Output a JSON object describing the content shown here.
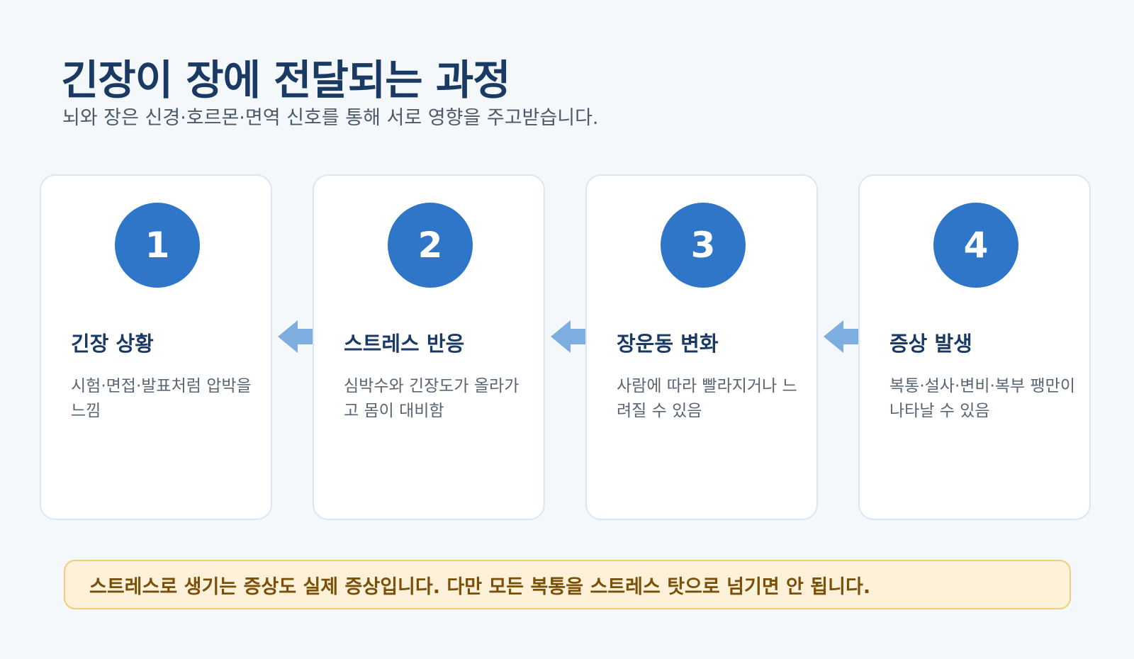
{
  "header": {
    "title": "긴장이 장에 전달되는 과정",
    "subtitle": "뇌와 장은 신경·호르몬·면역 신호를 통해 서로 영향을 주고받습니다."
  },
  "steps": [
    {
      "number": "1",
      "title": "긴장 상황",
      "description": "시험·면접·발표처럼 압박을 느낌"
    },
    {
      "number": "2",
      "title": "스트레스 반응",
      "description": "심박수와 긴장도가 올라가고 몸이 대비함"
    },
    {
      "number": "3",
      "title": "장운동 변화",
      "description": "사람에 따라 빨라지거나 느려질 수 있음"
    },
    {
      "number": "4",
      "title": "증상 발생",
      "description": "복통·설사·변비·복부 팽만이 나타날 수 있음"
    }
  ],
  "note": {
    "text": "스트레스로 생기는 증상도 실제 증상입니다. 다만 모든 복통을 스트레스 탓으로 넘기면 안 됩니다."
  },
  "colors": {
    "background": "#f4f8fb",
    "title": "#1a3a63",
    "accent": "#2f76c8",
    "arrow": "#7eaee0",
    "note_bg": "#fdf2d9",
    "note_border": "#f0cd7a",
    "note_text": "#7a4f08"
  },
  "icons": {
    "connector": "arrow-left-icon"
  }
}
